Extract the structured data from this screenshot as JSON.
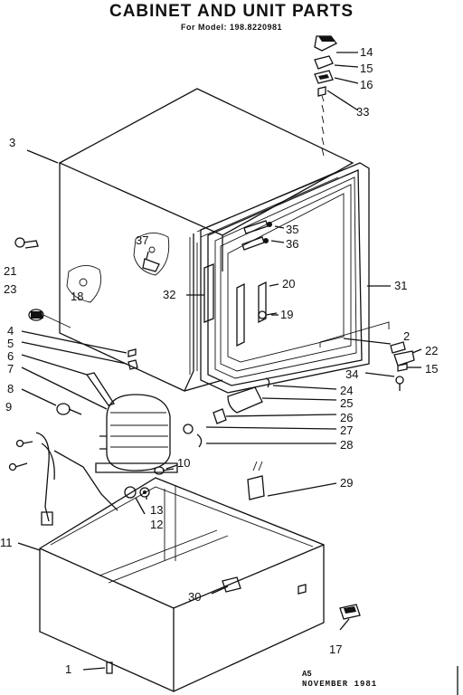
{
  "header": {
    "title": "CABINET AND UNIT PARTS",
    "subtitle": "For Model: 198.8220981"
  },
  "footer": {
    "code": "A5",
    "date": "NOVEMBER 1981"
  },
  "labels": {
    "p1": "1",
    "p2": "2",
    "p3": "3",
    "p4": "4",
    "p5": "5",
    "p6": "6",
    "p7": "7",
    "p8": "8",
    "p9": "9",
    "p10": "10",
    "p11": "11",
    "p12": "12",
    "p13": "13",
    "p14": "14",
    "p15a": "15",
    "p15b": "15",
    "p16": "16",
    "p17": "17",
    "p18": "18",
    "p19": "19",
    "p20": "20",
    "p21": "21",
    "p22": "22",
    "p23": "23",
    "p24": "24",
    "p25": "25",
    "p26": "26",
    "p27": "27",
    "p28": "28",
    "p29": "29",
    "p30": "30",
    "p31": "31",
    "p32": "32",
    "p33": "33",
    "p34": "34",
    "p35": "35",
    "p36": "36",
    "p37": "37"
  }
}
